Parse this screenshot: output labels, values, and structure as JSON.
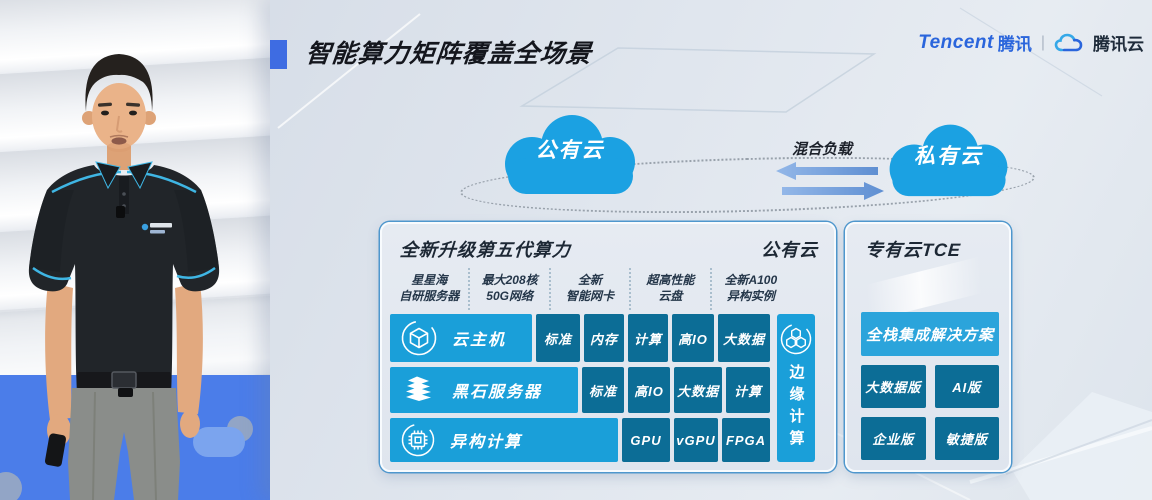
{
  "header": {
    "title": "智能算力矩阵覆盖全场景",
    "brand": {
      "tencent_en": "Tencent",
      "tencent_cn": "腾讯",
      "divider": "|",
      "cloud_name": "腾讯云"
    }
  },
  "overview": {
    "public_cloud_label": "公有云",
    "private_cloud_label": "私有云",
    "hybrid_load_label": "混合负载"
  },
  "public_panel": {
    "title": "全新升级第五代算力",
    "corner_label": "公有云",
    "features": [
      {
        "line1": "星星海",
        "line2": "自研服务器"
      },
      {
        "line1": "最大208核",
        "line2": "50G网络"
      },
      {
        "line1": "全新",
        "line2": "智能网卡"
      },
      {
        "line1": "超高性能",
        "line2": "云盘"
      },
      {
        "line1": "全新A100",
        "line2": "异构实例"
      }
    ],
    "rows": [
      {
        "icon": "cube-icon",
        "label": "云主机",
        "tags": [
          "标准",
          "内存",
          "计算",
          "高IO",
          "大数据"
        ]
      },
      {
        "icon": "layers-icon",
        "label": "黑石服务器",
        "tags": [
          "标准",
          "高IO",
          "大数据",
          "计算"
        ]
      },
      {
        "icon": "chip-icon",
        "label": "异构计算",
        "tags": [
          "GPU",
          "vGPU",
          "FPGA"
        ]
      }
    ],
    "edge": {
      "icon": "hexagon-cluster-icon",
      "label": "边缘计算"
    }
  },
  "tce_panel": {
    "title": "专有云TCE",
    "primary_button": "全栈集成解决方案",
    "buttons": [
      "大数据版",
      "AI版",
      "企业版",
      "敏捷版"
    ]
  },
  "colors": {
    "accent_blue": "#3E6CE2",
    "cloud_blue": "#1BA1E2",
    "row_blue": "#1A9FD9",
    "tag_teal": "#0C6D96",
    "primary_button_blue": "#2BA4DB",
    "arrow_blue": "#7AA2DC",
    "slide_bg": "#DDE4EC",
    "studio_floor_blue": "#4B7DE9"
  }
}
